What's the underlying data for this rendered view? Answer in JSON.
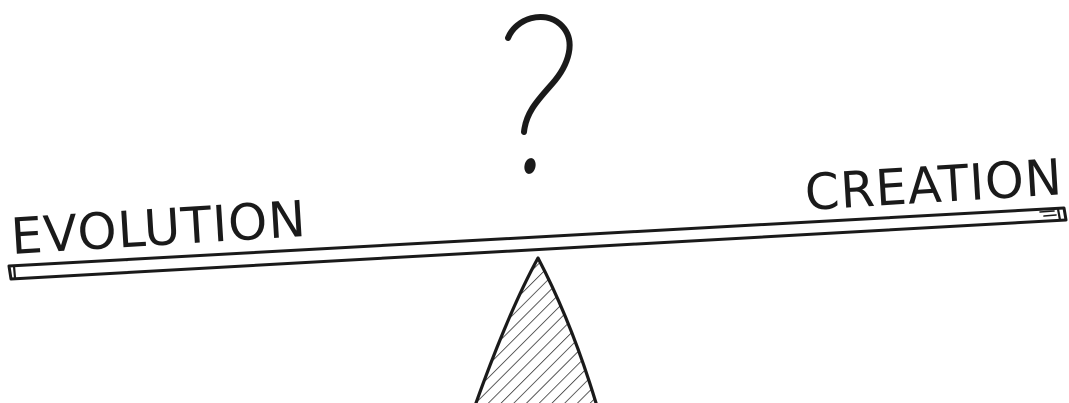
{
  "labels": {
    "left": "EVOLUTION",
    "right": "CREATION",
    "symbol": "?"
  },
  "colors": {
    "ink": "#1a1a1a",
    "background": "#ffffff"
  },
  "balance_state": "right side raised"
}
